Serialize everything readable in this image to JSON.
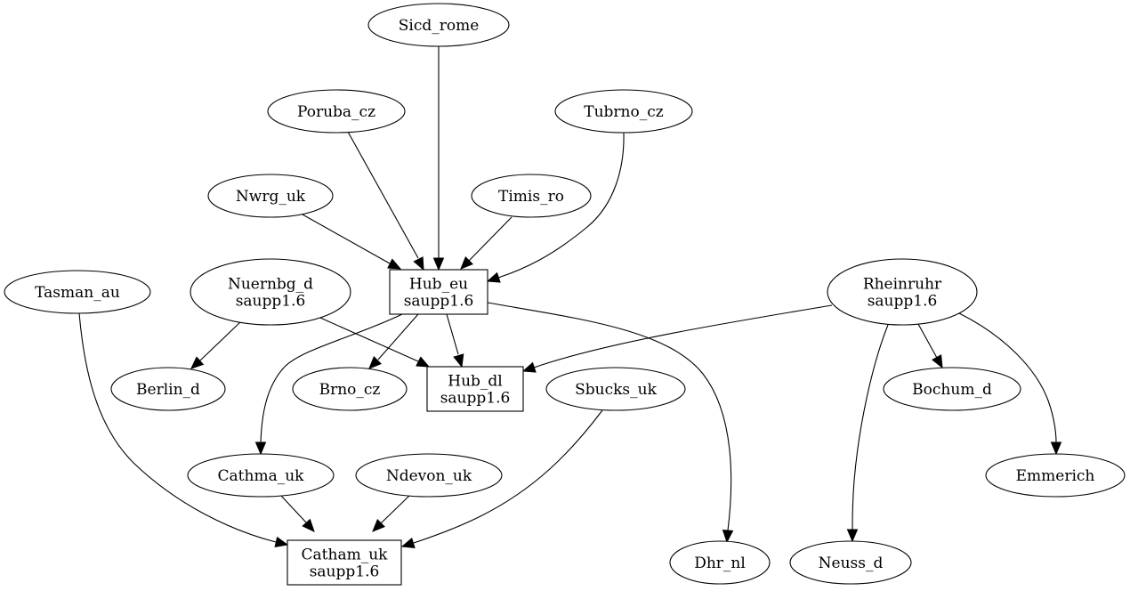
{
  "graph": {
    "nodes": {
      "sicd_rome": {
        "lines": [
          "Sicd_rome"
        ]
      },
      "poruba_cz": {
        "lines": [
          "Poruba_cz"
        ]
      },
      "tubrno_cz": {
        "lines": [
          "Tubrno_cz"
        ]
      },
      "nwrg_uk": {
        "lines": [
          "Nwrg_uk"
        ]
      },
      "timis_ro": {
        "lines": [
          "Timis_ro"
        ]
      },
      "tasman_au": {
        "lines": [
          "Tasman_au"
        ]
      },
      "nuernbg_d": {
        "lines": [
          "Nuernbg_d",
          "saupp1.6"
        ]
      },
      "hub_eu": {
        "lines": [
          "Hub_eu",
          "saupp1.6"
        ]
      },
      "rheinruhr": {
        "lines": [
          "Rheinruhr",
          "saupp1.6"
        ]
      },
      "berlin_d": {
        "lines": [
          "Berlin_d"
        ]
      },
      "brno_cz": {
        "lines": [
          "Brno_cz"
        ]
      },
      "hub_dl": {
        "lines": [
          "Hub_dl",
          "saupp1.6"
        ]
      },
      "sbucks_uk": {
        "lines": [
          "Sbucks_uk"
        ]
      },
      "bochum_d": {
        "lines": [
          "Bochum_d"
        ]
      },
      "emmerich": {
        "lines": [
          "Emmerich"
        ]
      },
      "cathma_uk": {
        "lines": [
          "Cathma_uk"
        ]
      },
      "ndevon_uk": {
        "lines": [
          "Ndevon_uk"
        ]
      },
      "catham_uk": {
        "lines": [
          "Catham_uk",
          "saupp1.6"
        ]
      },
      "dhr_nl": {
        "lines": [
          "Dhr_nl"
        ]
      },
      "neuss_d": {
        "lines": [
          "Neuss_d"
        ]
      }
    },
    "edges": [
      {
        "from": "sicd_rome",
        "to": "hub_eu"
      },
      {
        "from": "poruba_cz",
        "to": "hub_eu"
      },
      {
        "from": "tubrno_cz",
        "to": "hub_eu"
      },
      {
        "from": "nwrg_uk",
        "to": "hub_eu"
      },
      {
        "from": "timis_ro",
        "to": "hub_eu"
      },
      {
        "from": "nuernbg_d",
        "to": "berlin_d"
      },
      {
        "from": "nuernbg_d",
        "to": "hub_dl"
      },
      {
        "from": "hub_eu",
        "to": "hub_dl"
      },
      {
        "from": "hub_eu",
        "to": "brno_cz"
      },
      {
        "from": "hub_eu",
        "to": "cathma_uk"
      },
      {
        "from": "hub_eu",
        "to": "dhr_nl"
      },
      {
        "from": "rheinruhr",
        "to": "hub_dl"
      },
      {
        "from": "rheinruhr",
        "to": "bochum_d"
      },
      {
        "from": "rheinruhr",
        "to": "emmerich"
      },
      {
        "from": "rheinruhr",
        "to": "neuss_d"
      },
      {
        "from": "tasman_au",
        "to": "catham_uk"
      },
      {
        "from": "cathma_uk",
        "to": "catham_uk"
      },
      {
        "from": "ndevon_uk",
        "to": "catham_uk"
      },
      {
        "from": "sbucks_uk",
        "to": "catham_uk"
      }
    ]
  }
}
